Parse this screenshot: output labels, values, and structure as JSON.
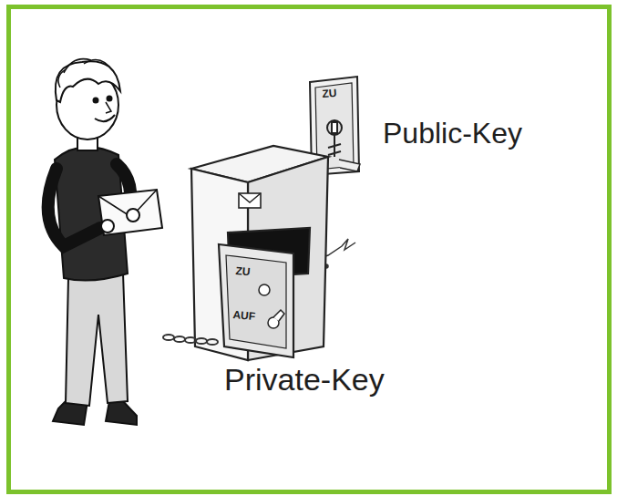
{
  "diagram": {
    "labels": [
      "ZU",
      "Public-Key",
      "ZU",
      "AUF",
      "Private-Key"
    ]
  }
}
